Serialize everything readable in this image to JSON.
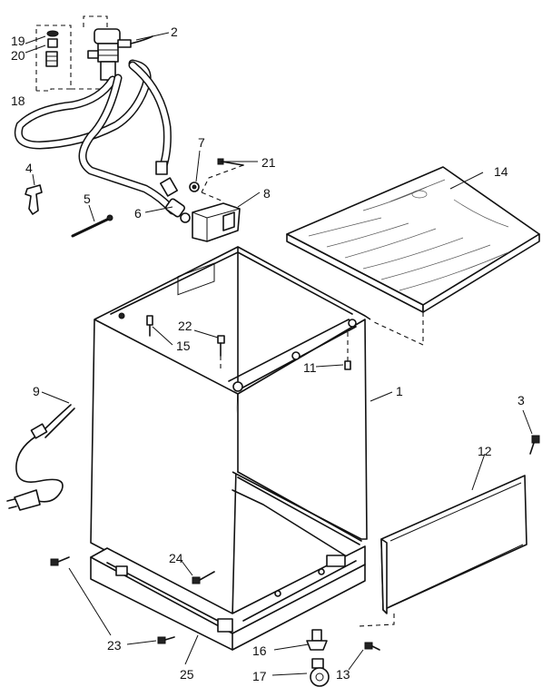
{
  "callouts": [
    {
      "id": "1",
      "text": "1"
    },
    {
      "id": "2",
      "text": "2"
    },
    {
      "id": "3",
      "text": "3"
    },
    {
      "id": "4",
      "text": "4"
    },
    {
      "id": "5",
      "text": "5"
    },
    {
      "id": "6",
      "text": "6"
    },
    {
      "id": "7",
      "text": "7"
    },
    {
      "id": "8",
      "text": "8"
    },
    {
      "id": "9",
      "text": "9"
    },
    {
      "id": "11",
      "text": "11"
    },
    {
      "id": "12",
      "text": "12"
    },
    {
      "id": "13",
      "text": "13"
    },
    {
      "id": "14",
      "text": "14"
    },
    {
      "id": "15",
      "text": "15"
    },
    {
      "id": "16",
      "text": "16"
    },
    {
      "id": "17",
      "text": "17"
    },
    {
      "id": "18",
      "text": "18"
    },
    {
      "id": "19",
      "text": "19"
    },
    {
      "id": "20",
      "text": "20"
    },
    {
      "id": "21",
      "text": "21"
    },
    {
      "id": "22",
      "text": "22"
    },
    {
      "id": "23",
      "text": "23"
    },
    {
      "id": "24",
      "text": "24"
    },
    {
      "id": "25",
      "text": "25"
    }
  ]
}
